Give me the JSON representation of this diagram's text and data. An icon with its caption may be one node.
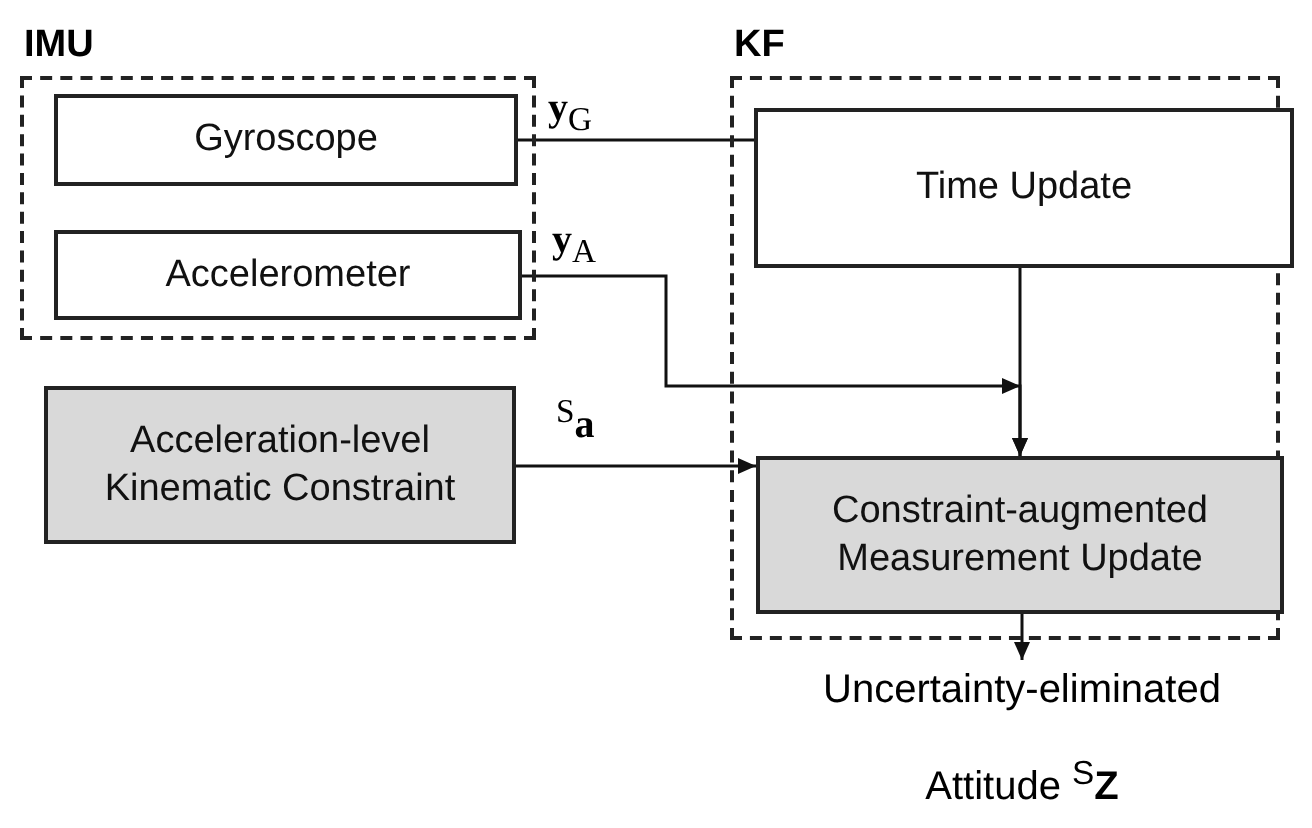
{
  "diagram": {
    "nodes": [
      {
        "text": [
          "IMU"
        ]
      },
      {
        "text": [
          "Gyroscope"
        ],
        "in": 0
      },
      {
        "text": [
          "Accelerometer"
        ],
        "in": 0
      },
      {
        "text": [
          "Acceleration-level Kinematic Constraint"
        ]
      },
      {
        "text": [
          "KF"
        ]
      },
      {
        "text": [
          "Time Update"
        ],
        "in": 4
      },
      {
        "text": [
          "Constraint-augmented Measurement Update"
        ],
        "in": 4
      },
      {
        "text": [
          "Uncertainty-eliminated Attitude $^{S}$**Z**"
        ]
      }
    ],
    "edges": [
      {
        "from": 1,
        "to": 5,
        "arrow": "none",
        "label": "**y**$_{G}$"
      },
      {
        "from": 2,
        "to": 6,
        "arrow": "to",
        "label": "**y**$_{A}$"
      },
      {
        "from": 3,
        "to": 6,
        "arrow": "to",
        "label": "$^{S}$**a**"
      },
      {
        "from": 5,
        "to": 6,
        "arrow": "to"
      },
      {
        "from": 6,
        "to": 7,
        "arrow": "to"
      }
    ]
  }
}
